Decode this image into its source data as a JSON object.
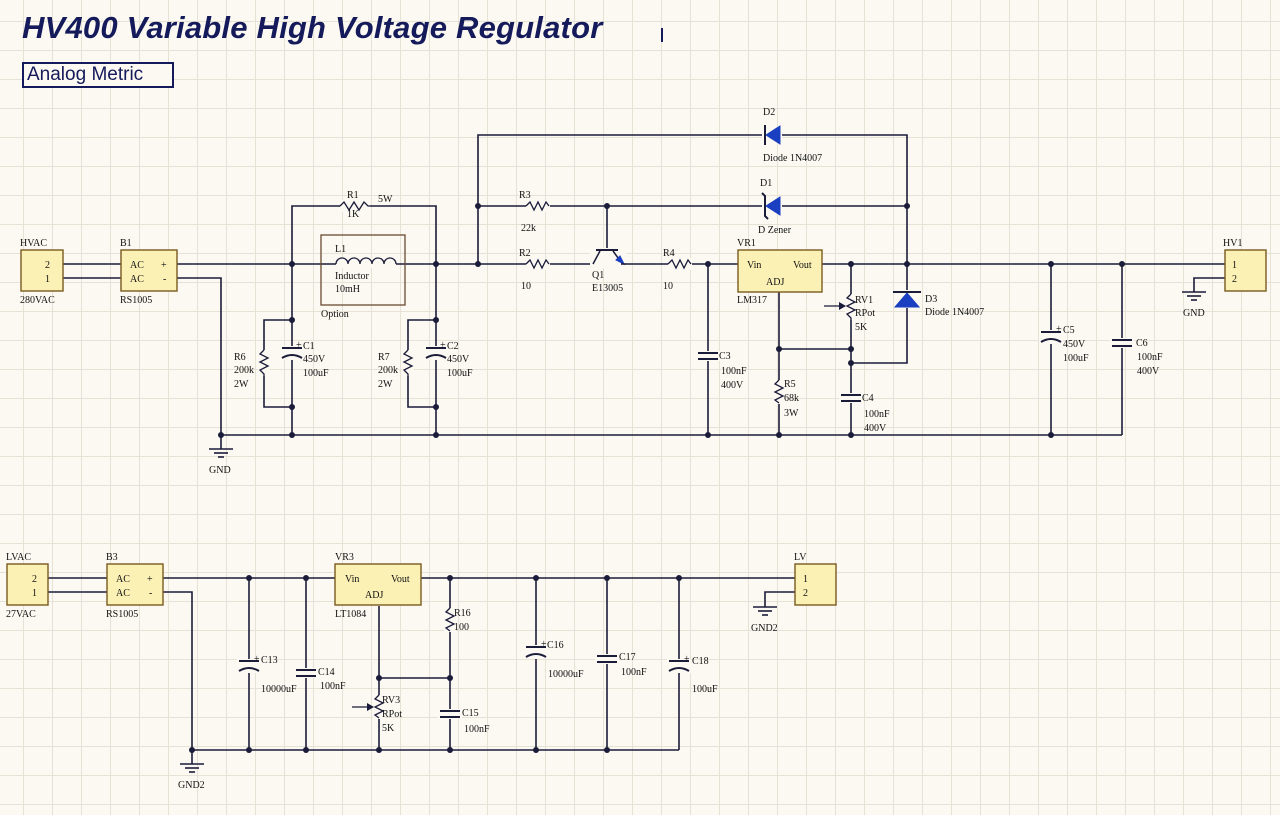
{
  "title": "HV400 Variable High Voltage Regulator",
  "subtitle": "Analog Metric",
  "colors": {
    "wire": "#1b1b3a",
    "component_fill": "#fbf1b5",
    "diode": "#1a3fc0",
    "title": "#141a5a",
    "grid": "#e6e2d6"
  },
  "hv": {
    "hvac": {
      "ref": "HVAC",
      "value": "280VAC",
      "pins": [
        "2",
        "1"
      ]
    },
    "b1": {
      "ref": "B1",
      "value": "RS1005",
      "pins": [
        "AC",
        "AC",
        "+",
        "-"
      ]
    },
    "gnd1": {
      "label": "GND"
    },
    "r1": {
      "ref": "R1",
      "value": "1K",
      "power": "5W"
    },
    "l1": {
      "ref": "L1",
      "type": "Inductor",
      "value": "10mH",
      "note": "Option"
    },
    "r6": {
      "ref": "R6",
      "value": "200k",
      "power": "2W"
    },
    "c1": {
      "ref": "C1",
      "voltage": "450V",
      "value": "100uF"
    },
    "r7": {
      "ref": "R7",
      "value": "200k",
      "power": "2W"
    },
    "c2": {
      "ref": "C2",
      "voltage": "450V",
      "value": "100uF"
    },
    "d2": {
      "ref": "D2",
      "value": "Diode 1N4007"
    },
    "d1": {
      "ref": "D1",
      "value": "D Zener"
    },
    "r3": {
      "ref": "R3",
      "value": "22k"
    },
    "r2": {
      "ref": "R2",
      "value": "10"
    },
    "q1": {
      "ref": "Q1",
      "value": "E13005"
    },
    "r4": {
      "ref": "R4",
      "value": "10"
    },
    "vr1": {
      "ref": "VR1",
      "value": "LM317",
      "pins": [
        "Vin",
        "Vout",
        "ADJ"
      ]
    },
    "c3": {
      "ref": "C3",
      "value": "100nF",
      "voltage": "400V"
    },
    "rv1": {
      "ref": "RV1",
      "type": "RPot",
      "value": "5K"
    },
    "r5": {
      "ref": "R5",
      "value": "68k",
      "power": "3W"
    },
    "c4": {
      "ref": "C4",
      "value": "100nF",
      "voltage": "400V"
    },
    "d3": {
      "ref": "D3",
      "value": "Diode 1N4007"
    },
    "c5": {
      "ref": "C5",
      "voltage": "450V",
      "value": "100uF"
    },
    "c6": {
      "ref": "C6",
      "value": "100nF",
      "voltage": "400V"
    },
    "hv1": {
      "ref": "HV1",
      "pins": [
        "1",
        "2"
      ]
    },
    "gnd2": {
      "label": "GND"
    }
  },
  "lv": {
    "lvac": {
      "ref": "LVAC",
      "value": "27VAC",
      "pins": [
        "2",
        "1"
      ]
    },
    "b3": {
      "ref": "B3",
      "value": "RS1005",
      "pins": [
        "AC",
        "AC",
        "+",
        "-"
      ]
    },
    "gnd": {
      "label": "GND2"
    },
    "c13": {
      "ref": "C13",
      "value": "10000uF"
    },
    "c14": {
      "ref": "C14",
      "value": "100nF"
    },
    "vr3": {
      "ref": "VR3",
      "value": "LT1084",
      "pins": [
        "Vin",
        "Vout",
        "ADJ"
      ]
    },
    "r16": {
      "ref": "R16",
      "value": "100"
    },
    "rv3": {
      "ref": "RV3",
      "type": "RPot",
      "value": "5K"
    },
    "c15": {
      "ref": "C15",
      "value": "100nF"
    },
    "c16": {
      "ref": "C16",
      "value": "10000uF"
    },
    "c17": {
      "ref": "C17",
      "value": "100nF"
    },
    "c18": {
      "ref": "C18",
      "value": "100uF"
    },
    "lvout": {
      "ref": "LV",
      "pins": [
        "1",
        "2"
      ]
    },
    "gnd_out": {
      "label": "GND2"
    }
  }
}
